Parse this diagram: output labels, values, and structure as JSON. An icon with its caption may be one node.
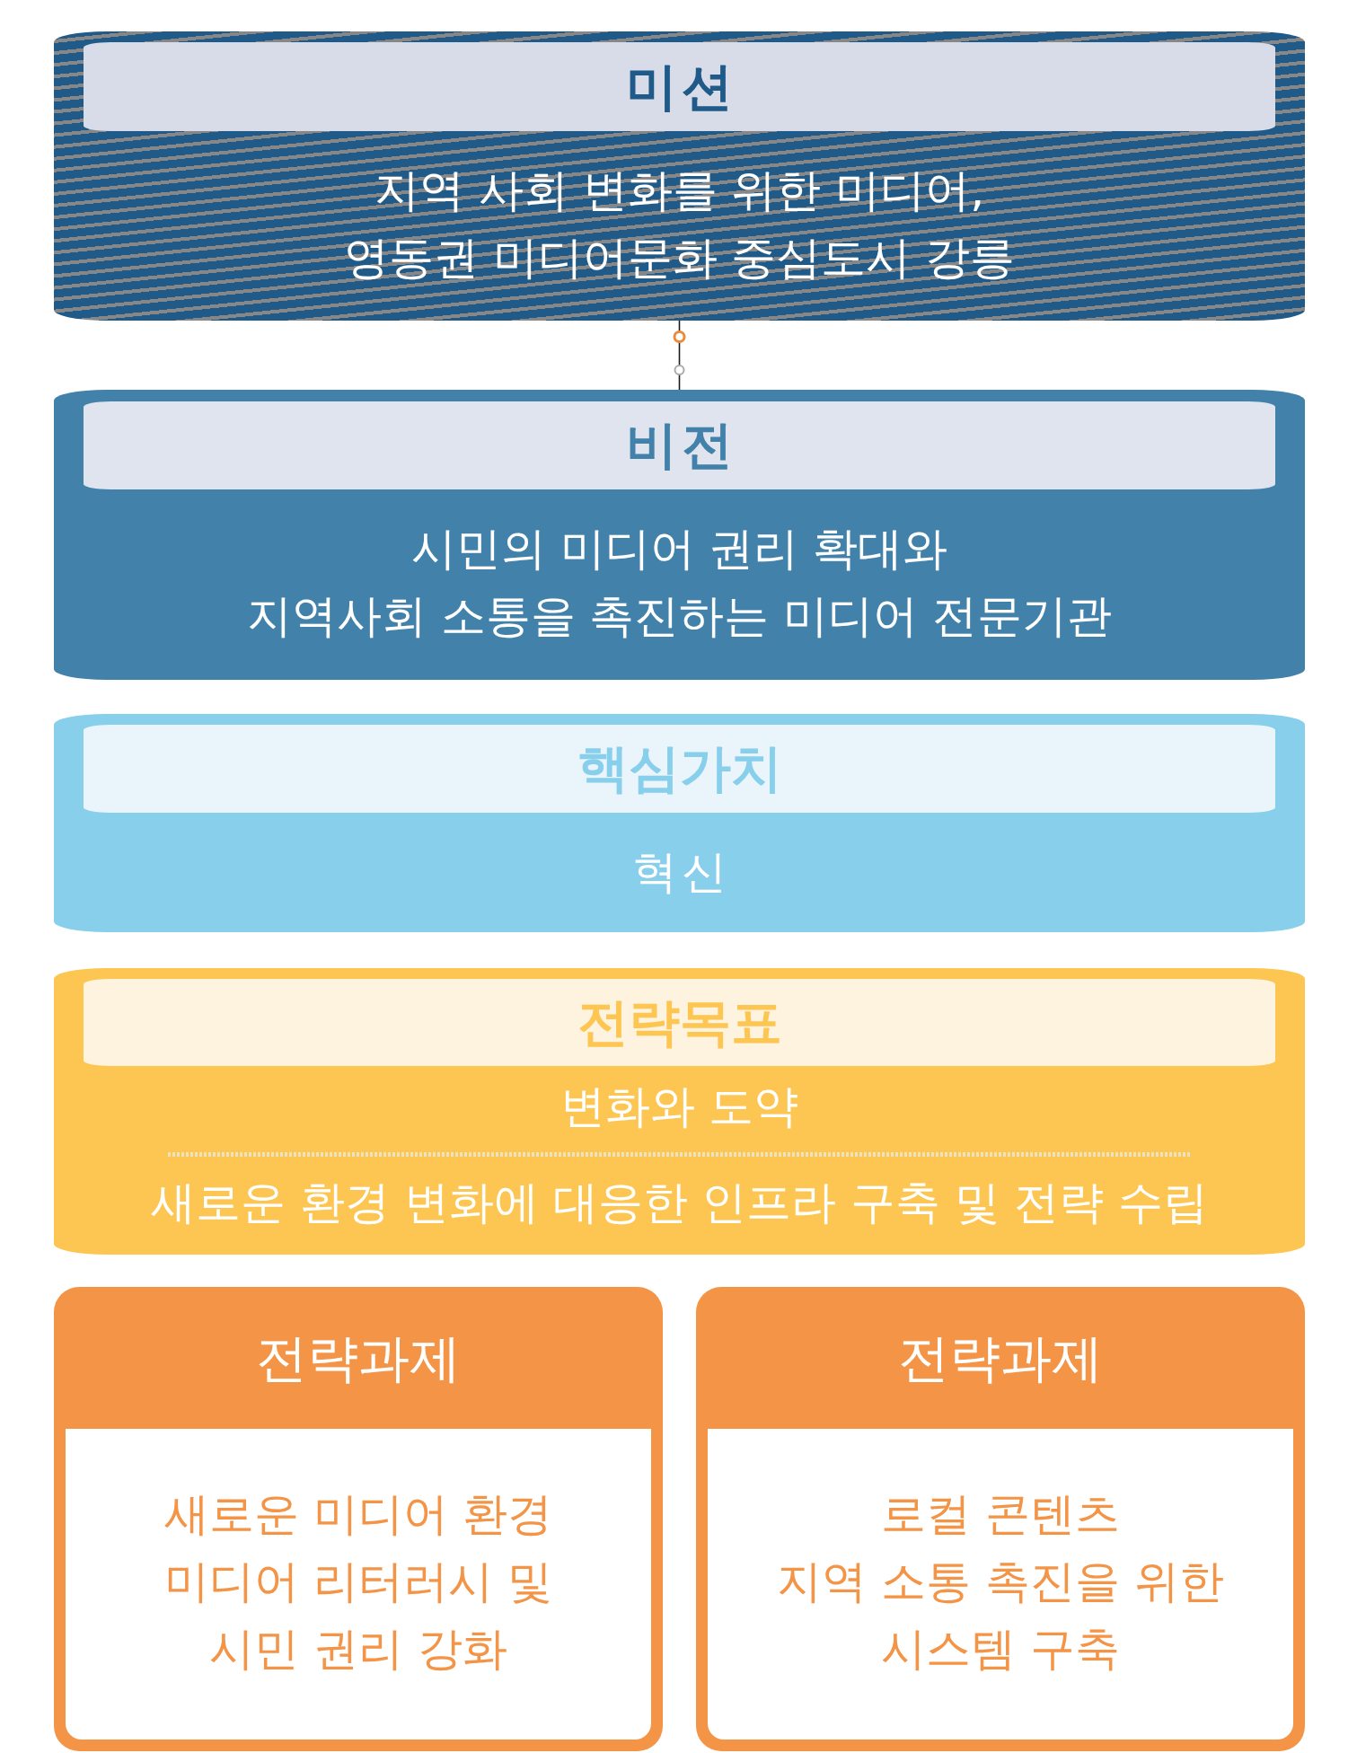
{
  "diagram": {
    "nodes": [
      {
        "text": [
          "지역 사회 변화를 위한 미디어, 영동권 미디어문화 중심도시 강릉"
        ]
      },
      {
        "text": [
          "미션"
        ],
        "in": 0
      },
      {
        "text": [
          "시민의 미디어 권리 확대와",
          "지역사회 소통을 촉진하는 미디어 전문기관"
        ]
      },
      {
        "text": [
          "비전"
        ],
        "in": 2
      },
      {
        "text": [
          "혁신"
        ]
      },
      {
        "text": [
          "핵심가치"
        ],
        "in": 4
      },
      {
        "text": [
          "변화와 도약",
          "새로운 환경 변화에 대응한 인프라 구축 및 전략 수립"
        ]
      },
      {
        "text": [
          "전략목표"
        ],
        "in": 6
      },
      {
        "text": [
          "전략과제",
          "새로운 미디어 환경",
          "미디어 리터러시 및 시민 권리 강화"
        ]
      },
      {
        "text": [
          "전략과제",
          "로컬 콘텐츠",
          "지역 소통 촉진을 위한 시스템 구축"
        ]
      }
    ],
    "edges": [
      {
        "from": 0,
        "to": 2,
        "arrow": "other"
      }
    ]
  }
}
